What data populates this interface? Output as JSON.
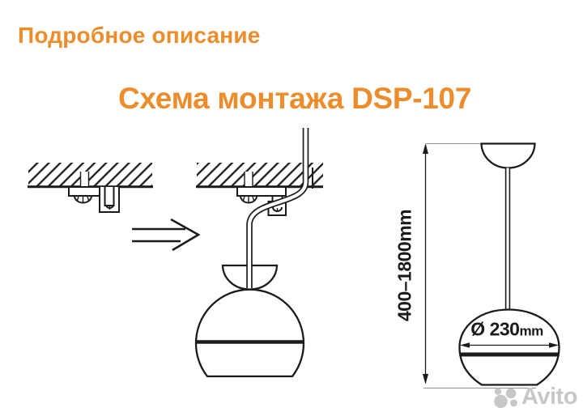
{
  "header": {
    "title": "Подробное описание",
    "subtitle": "Схема монтажа DSP-107"
  },
  "diagram": {
    "height_label": "400–1800mm",
    "diameter_value": "Ø 230",
    "diameter_unit": "mm"
  },
  "watermark": {
    "brand": "Avito"
  },
  "colors": {
    "accent": "#ed8c2b",
    "ink": "#1b1b1b",
    "watermark": "#c7c7c7",
    "background": "#ffffff"
  }
}
